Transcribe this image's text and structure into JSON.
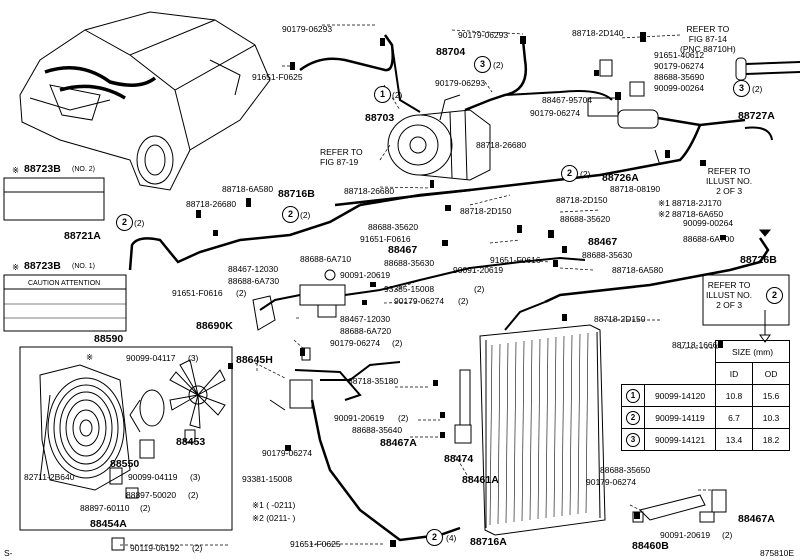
{
  "labels": {
    "p90179_06293_a": "90179-06293",
    "p91651_f0625_a": "91651-F0625",
    "p88703": "88703",
    "p90179_06293_b": "90179-06293",
    "p88704": "88704",
    "p90179_06293_c": "90179-06293",
    "p88718_2d140": "88718-2D140",
    "p91651_40612": "91651-40612",
    "p90179_06274_a": "90179-06274",
    "p88688_35690": "88688-35690",
    "p88467_95704": "88467-95704",
    "p90099_00264_a": "90099-00264",
    "p90179_06274_b": "90179-06274",
    "p88727a": "88727A",
    "p88718_26680_a": "88718-26680",
    "p88726a": "88726A",
    "p88718_08190": "88718-08190",
    "p88718_2j170": "88718-2J170",
    "p88718_6a650": "88718-6A650",
    "p88723b_2": "88723B",
    "p88718_6a580_a": "88718-6A580",
    "p88716b": "88716B",
    "p88718_26680_b": "88718-26680",
    "p88718_26680_c": "88718-26680",
    "p88718_2d150_a": "88718-2D150",
    "p88718_2d150_b": "88718-2D150",
    "p88688_35620_a": "88688-35620",
    "p88688_35620_b": "88688-35620",
    "p91651_f0616_a": "91651-F0616",
    "p88467_a": "88467",
    "p88467_b": "88467",
    "p90099_00264_b": "90099-00264",
    "p88688_6a700": "88688-6A700",
    "p88721a": "88721A",
    "p88688_6a710": "88688-6A710",
    "p88688_35630": "88688-35630",
    "p88467_12030_a": "88467-12030",
    "p90091_20619_a": "90091-20619",
    "p90091_20619_b": "90091-20619",
    "p91651_f0616_b": "91651-F0616",
    "p88718_6a580_b": "88718-6A580",
    "p88726b": "88726B",
    "p88723b_1": "88723B",
    "p88688_6a730": "88688-6A730",
    "p93385_15008": "93385-15008",
    "p91651_f0616_2": "91651-F0616",
    "p90179_06274_2a": "90179-06274",
    "p88467_12030_b": "88467-12030",
    "p88690k": "88690K",
    "p88688_6a720": "88688-6A720",
    "p90179_06274_2b": "90179-06274",
    "p88718_2d150_c": "88718-2D150",
    "p88590": "88590",
    "p88718_16660": "88718-16660",
    "p90099_04117": "90099-04117",
    "p88645h": "88645H",
    "p88718_35180": "88718-35180",
    "p88453": "88453",
    "p90091_20619_c": "90091-20619",
    "p88688_35640": "88688-35640",
    "p88467a_a": "88467A",
    "p90179_06274_c": "90179-06274",
    "p88550": "88550",
    "p90099_04119": "90099-04119",
    "p88474": "88474",
    "p82711_2b640": "82711-2B640",
    "p88897_50020": "88897-50020",
    "p88897_60110": "88897-60110",
    "p88461a": "88461A",
    "p93381_15008": "93381-15008",
    "p88454a": "88454A",
    "p88688_35650": "88688-35650",
    "p90179_06274_d": "90179-06274",
    "p88467a_b": "88467A",
    "p90091_20619_d": "90091-20619",
    "p91651_f0625_b": "91651-F0625",
    "p88716a": "88716A",
    "p90119_06192": "90119-06192",
    "p88460b": "88460B"
  },
  "qty": {
    "q2": "(2)",
    "q3": "(3)",
    "q4": "(4)"
  },
  "marks": {
    "m1": "※1",
    "m2": "※2",
    "m": "※",
    "no2": "(NO. 2)",
    "no1": "(NO. 1)"
  },
  "refs": {
    "fig87_14": "REFER TO\nFIG 87-14\n(PNC 88710H)",
    "fig87_19": "REFER TO\nFIG 87-19",
    "illust_a": "REFER TO\nILLUST NO.\n2 OF 3",
    "illust_b": "REFER TO\nILLUST NO.\n2 OF 3"
  },
  "legend": {
    "note1": "※1 (        -0211)",
    "note2": "※2 (0211-          )",
    "caution_text": "CAUTION  ATTENTION",
    "s_mark": "S-",
    "fig_code": "875810E"
  },
  "size_table": {
    "header": "SIZE (mm)",
    "col_id": "ID",
    "col_od": "OD",
    "rows": [
      {
        "num": "1",
        "part": "90099-14120",
        "id": "10.8",
        "od": "15.6"
      },
      {
        "num": "2",
        "part": "90099-14119",
        "id": "6.7",
        "od": "10.3"
      },
      {
        "num": "3",
        "part": "90099-14121",
        "id": "13.4",
        "od": "18.2"
      }
    ]
  },
  "circle_nums": {
    "one": "1",
    "two": "2",
    "three": "3"
  }
}
